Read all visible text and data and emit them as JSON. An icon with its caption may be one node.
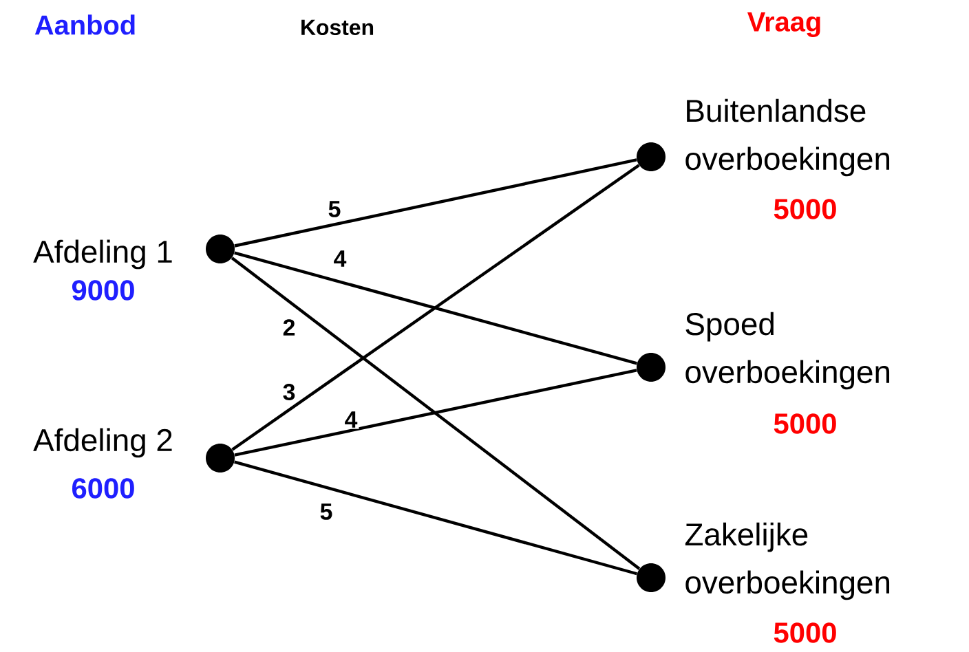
{
  "diagram": {
    "nodes": [
      {
        "text": [],
        "shape": "circle",
        "beside": [
          "Afdeling 1",
          "9000"
        ]
      },
      {
        "text": [],
        "shape": "circle",
        "beside": [
          "Afdeling 2",
          "6000"
        ]
      },
      {
        "text": [],
        "shape": "circle",
        "beside": [
          "Buitenlandse overboekingen",
          "5000"
        ]
      },
      {
        "text": [],
        "shape": "circle",
        "beside": [
          "Spoed overboekingen",
          "5000"
        ]
      },
      {
        "text": [],
        "shape": "circle",
        "beside": [
          "Zakelijke overboekingen",
          "5000"
        ]
      }
    ],
    "edges": [
      {
        "from": 0,
        "to": 2,
        "arrow": "none",
        "label": "5"
      },
      {
        "from": 0,
        "to": 3,
        "arrow": "none",
        "label": "4"
      },
      {
        "from": 0,
        "to": 4,
        "arrow": "none",
        "label": "2"
      },
      {
        "from": 1,
        "to": 2,
        "arrow": "none",
        "label": "3"
      },
      {
        "from": 1,
        "to": 3,
        "arrow": "none",
        "label": "4"
      },
      {
        "from": 1,
        "to": 4,
        "arrow": "none",
        "label": "5"
      }
    ],
    "labels": [
      "Aanbod",
      "Kosten",
      "Vraag"
    ]
  }
}
